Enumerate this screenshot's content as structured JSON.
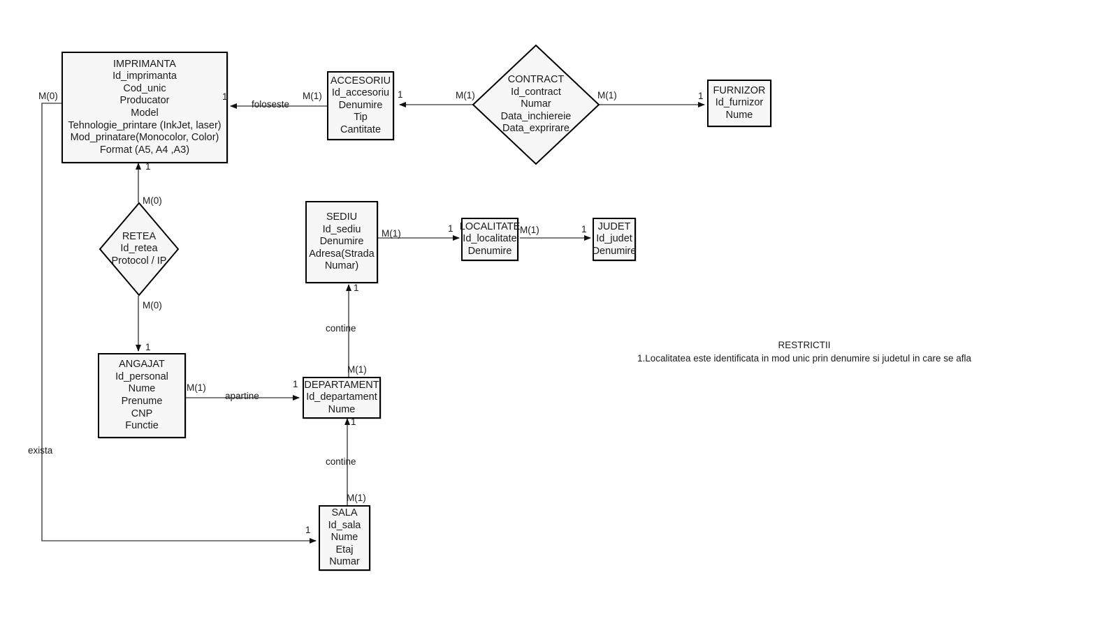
{
  "diagram": {
    "type": "entity-relationship-diagram",
    "entities": [
      {
        "id": "imprimanta",
        "title": "IMPRIMANTA",
        "attributes": [
          "Id_imprimanta",
          "Cod_unic",
          "Producator",
          "Model",
          "Tehnologie_printare (InkJet, laser)",
          "Mod_prinatare(Monocolor, Color)",
          "Format (A5, A4 ,A3)"
        ]
      },
      {
        "id": "accesoriu",
        "title": "ACCESORIU",
        "attributes": [
          "Id_accesoriu",
          "Denumire",
          "Tip",
          "Cantitate"
        ]
      },
      {
        "id": "furnizor",
        "title": "FURNIZOR",
        "attributes": [
          "Id_furnizor",
          "Nume"
        ]
      },
      {
        "id": "sediu",
        "title": "SEDIU",
        "attributes": [
          "Id_sediu",
          "Denumire",
          "Adresa(Strada",
          "Numar)"
        ]
      },
      {
        "id": "localitate",
        "title": "LOCALITATE",
        "attributes": [
          "Id_localitate",
          "Denumire"
        ]
      },
      {
        "id": "judet",
        "title": "JUDET",
        "attributes": [
          "Id_judet",
          "Denumire"
        ]
      },
      {
        "id": "angajat",
        "title": "ANGAJAT",
        "attributes": [
          "Id_personal",
          "Nume",
          "Prenume",
          "CNP",
          "Functie"
        ]
      },
      {
        "id": "departament",
        "title": "DEPARTAMENT",
        "attributes": [
          "Id_departament",
          "Nume"
        ]
      },
      {
        "id": "sala",
        "title": "SALA",
        "attributes": [
          "Id_sala",
          "Nume",
          "Etaj",
          "Numar"
        ]
      }
    ],
    "relationships": [
      {
        "id": "contract",
        "title": "CONTRACT",
        "attributes": [
          "Id_contract",
          "Numar",
          "Data_inchiereie",
          "Data_exprirare"
        ]
      },
      {
        "id": "retea",
        "title": "RETEA",
        "attributes": [
          "Id_retea",
          "Protocol / IP"
        ]
      }
    ],
    "edge_labels": {
      "foloseste": "foloseste",
      "apartine": "apartine",
      "contine_sediu": "contine",
      "contine_departament": "contine",
      "exista": "exista"
    },
    "cardinalities": {
      "imprimanta_left": "M(0)",
      "imprimanta_right": "1",
      "imprimanta_bottom": "1",
      "accesoriu_left": "M(1)",
      "accesoriu_right": "1",
      "contract_left": "M(1)",
      "contract_right": "M(1)",
      "furnizor_left": "1",
      "retea_top": "M(0)",
      "retea_bottom": "M(0)",
      "angajat_top": "1",
      "angajat_right": "M(1)",
      "departament_left": "1",
      "departament_top": "M(1)",
      "departament_bottom": "1",
      "sediu_right": "M(1)",
      "sediu_bottom": "1",
      "localitate_left": "1",
      "localitate_right": "M(1)",
      "judet_left": "1",
      "sala_top": "M(1)",
      "sala_left": "1"
    },
    "note": {
      "title": "RESTRICTII",
      "line1": "1.Localitatea este identificata in mod unic prin denumire si judetul in care se afla"
    },
    "colors": {
      "shape_fill": "#f7f7f7",
      "shape_stroke": "#000000",
      "edge_stroke": "#555555",
      "text": "#1a1a1a",
      "background": "#ffffff"
    }
  }
}
